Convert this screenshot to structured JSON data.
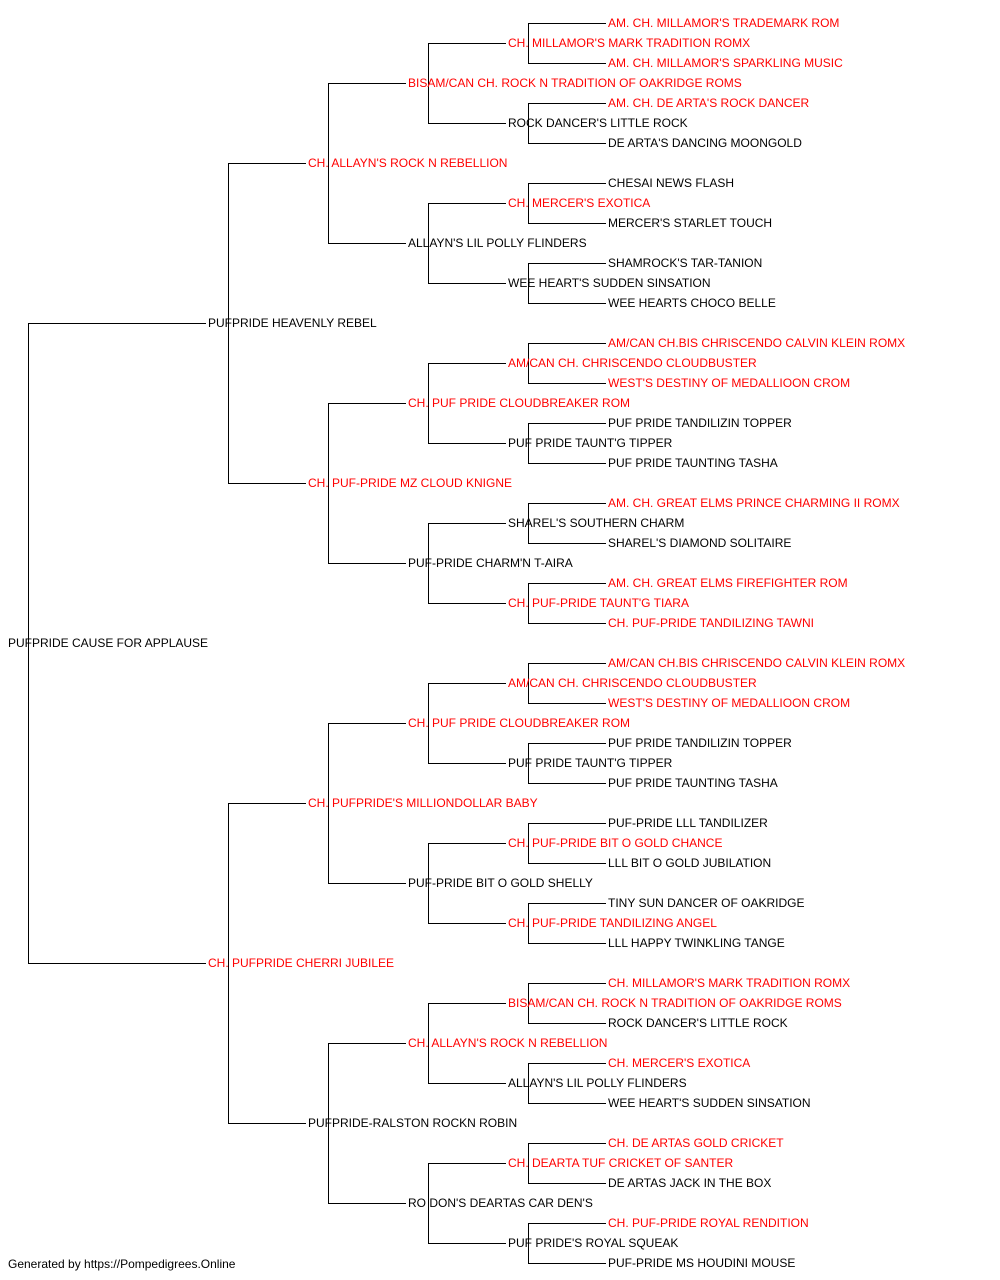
{
  "colors": {
    "champion": "#ff0000",
    "regular": "#000000",
    "line": "#000000"
  },
  "dogs": [
    {
      "name": "PUFPRIDE CAUSE FOR APPLAUSE",
      "champion": false
    },
    {
      "name": "PUFPRIDE HEAVENLY REBEL",
      "champion": false
    },
    {
      "name": "CH. PUFPRIDE CHERRI JUBILEE",
      "champion": true
    },
    {
      "name": "CH. ALLAYN'S ROCK N REBELLION",
      "champion": true
    },
    {
      "name": "CH. PUF-PRIDE MZ CLOUD KNIGNE",
      "champion": true
    },
    {
      "name": "CH. PUFPRIDE'S MILLIONDOLLAR BABY",
      "champion": true
    },
    {
      "name": "PUFPRIDE-RALSTON ROCKN ROBIN",
      "champion": false
    },
    {
      "name": "BISAM/CAN CH. ROCK N TRADITION OF OAKRIDGE ROMS",
      "champion": true
    },
    {
      "name": "ALLAYN'S LIL POLLY FLINDERS",
      "champion": false
    },
    {
      "name": "CH. PUF PRIDE CLOUDBREAKER ROM",
      "champion": true
    },
    {
      "name": "PUF-PRIDE CHARM'N T-AIRA",
      "champion": false
    },
    {
      "name": "CH. PUF PRIDE CLOUDBREAKER ROM",
      "champion": true
    },
    {
      "name": "PUF-PRIDE BIT O GOLD SHELLY",
      "champion": false
    },
    {
      "name": "CH. ALLAYN'S ROCK N REBELLION",
      "champion": true
    },
    {
      "name": "RO DON'S DEARTAS CAR DEN'S",
      "champion": false
    },
    {
      "name": "CH. MILLAMOR'S MARK TRADITION ROMX",
      "champion": true
    },
    {
      "name": "ROCK DANCER'S LITTLE ROCK",
      "champion": false
    },
    {
      "name": "CH. MERCER'S EXOTICA",
      "champion": true
    },
    {
      "name": "WEE HEART'S SUDDEN SINSATION",
      "champion": false
    },
    {
      "name": "AM/CAN CH. CHRISCENDO CLOUDBUSTER",
      "champion": true
    },
    {
      "name": "PUF PRIDE TAUNT'G TIPPER",
      "champion": false
    },
    {
      "name": "SHAREL'S SOUTHERN CHARM",
      "champion": false
    },
    {
      "name": "CH. PUF-PRIDE TAUNT'G TIARA",
      "champion": true
    },
    {
      "name": "AM/CAN CH. CHRISCENDO CLOUDBUSTER",
      "champion": true
    },
    {
      "name": "PUF PRIDE TAUNT'G TIPPER",
      "champion": false
    },
    {
      "name": "CH. PUF-PRIDE BIT O GOLD CHANCE",
      "champion": true
    },
    {
      "name": "CH. PUF-PRIDE TANDILIZING ANGEL",
      "champion": true
    },
    {
      "name": "BISAM/CAN CH. ROCK N TRADITION OF OAKRIDGE ROMS",
      "champion": true
    },
    {
      "name": "ALLAYN'S LIL POLLY FLINDERS",
      "champion": false
    },
    {
      "name": "CH. DEARTA TUF CRICKET OF SANTER",
      "champion": true
    },
    {
      "name": "PUF PRIDE'S ROYAL SQUEAK",
      "champion": false
    },
    {
      "name": "AM. CH. MILLAMOR'S TRADEMARK ROM",
      "champion": true
    },
    {
      "name": "AM. CH. MILLAMOR'S SPARKLING MUSIC",
      "champion": true
    },
    {
      "name": "AM. CH. DE ARTA'S ROCK DANCER",
      "champion": true
    },
    {
      "name": "DE ARTA'S DANCING MOONGOLD",
      "champion": false
    },
    {
      "name": "CHESAI NEWS FLASH",
      "champion": false
    },
    {
      "name": "MERCER'S STARLET TOUCH",
      "champion": false
    },
    {
      "name": "SHAMROCK'S TAR-TANION",
      "champion": false
    },
    {
      "name": "WEE HEARTS CHOCO BELLE",
      "champion": false
    },
    {
      "name": "AM/CAN CH.BIS CHRISCENDO CALVIN KLEIN ROMX",
      "champion": true
    },
    {
      "name": "WEST'S DESTINY OF MEDALLIOON CROM",
      "champion": true
    },
    {
      "name": "PUF PRIDE TANDILIZIN TOPPER",
      "champion": false
    },
    {
      "name": "PUF PRIDE TAUNTING TASHA",
      "champion": false
    },
    {
      "name": "AM. CH. GREAT ELMS PRINCE CHARMING II ROMX",
      "champion": true
    },
    {
      "name": "SHAREL'S DIAMOND SOLITAIRE",
      "champion": false
    },
    {
      "name": "AM. CH. GREAT ELMS FIREFIGHTER ROM",
      "champion": true
    },
    {
      "name": "CH. PUF-PRIDE TANDILIZING TAWNI",
      "champion": true
    },
    {
      "name": "AM/CAN CH.BIS CHRISCENDO CALVIN KLEIN ROMX",
      "champion": true
    },
    {
      "name": "WEST'S DESTINY OF MEDALLIOON CROM",
      "champion": true
    },
    {
      "name": "PUF PRIDE TANDILIZIN TOPPER",
      "champion": false
    },
    {
      "name": "PUF PRIDE TAUNTING TASHA",
      "champion": false
    },
    {
      "name": "PUF-PRIDE LLL TANDILIZER",
      "champion": false
    },
    {
      "name": "LLL BIT O GOLD JUBILATION",
      "champion": false
    },
    {
      "name": "TINY SUN DANCER OF OAKRIDGE",
      "champion": false
    },
    {
      "name": "LLL HAPPY TWINKLING TANGE",
      "champion": false
    },
    {
      "name": "CH. MILLAMOR'S MARK TRADITION ROMX",
      "champion": true
    },
    {
      "name": "ROCK DANCER'S LITTLE ROCK",
      "champion": false
    },
    {
      "name": "CH. MERCER'S EXOTICA",
      "champion": true
    },
    {
      "name": "WEE HEART'S SUDDEN SINSATION",
      "champion": false
    },
    {
      "name": "CH. DE ARTAS GOLD CRICKET",
      "champion": true
    },
    {
      "name": "DE ARTAS JACK IN THE BOX",
      "champion": false
    },
    {
      "name": "CH. PUF-PRIDE ROYAL RENDITION",
      "champion": true
    },
    {
      "name": "PUF-PRIDE MS HOUDINI MOUSE",
      "champion": false
    }
  ],
  "footer": "Generated by https://Pompedigrees.Online"
}
